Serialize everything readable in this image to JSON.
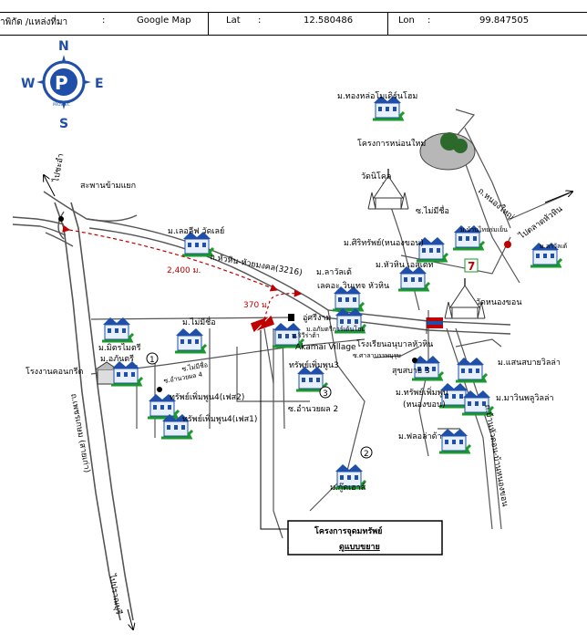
{
  "header": {
    "coord_label": "าพิกัด /แหล่งที่มา",
    "sep1": ":",
    "source": "Google Map",
    "lat_label": "Lat",
    "sep2": ":",
    "lat_value": "12.580486",
    "lon_label": "Lon",
    "sep3": ":",
    "lon_value": "99.847505"
  },
  "compass": {
    "n": "N",
    "s": "S",
    "e": "E",
    "w": "W",
    "logo_text": "PROSPEC"
  },
  "roads": {
    "left_top": "ไปชะอำ",
    "left_bottom": "ไปปราณบุรี",
    "highway_vertical": "ถ.เพชรเกษม (สายเก่า)",
    "route_3216": "ถ.หัวหิน-หัวยมงคล(3216)",
    "soi_4": "ซ.อำนวยผล 4",
    "soi_2": "ซ.อำนวยผล 2",
    "soi_mai_mi_sue": "ซ.ไม่มีชื่อ",
    "soi_nong_yai": "ถ.หนองใหญ่",
    "right_road_upper": "ไปตลาดหัวหิน",
    "right_road_lower": "ถ.บ้านหัวดอน-บ้านหนองขอน",
    "soi_sala": "ซ.ศาลาบรรพบุรุษ"
  },
  "distances": {
    "d1": "2,400 ม.",
    "d2": "370 ม."
  },
  "labels": {
    "overpass": "สะพานข้ามแยก",
    "tong_lor": "ม.ทองหล่อโมเดิร์นโฮม",
    "new_project": "โครงการหน่อนใหม่",
    "wat_nikom": "วัดนิโคล",
    "soi_no_name_right": "ซ.ไม่มีชื่อ",
    "baan_thai": "ม.บ้านไทยร่มเย็น",
    "sirisap": "ม.ศิริทรัพย์(หนองขอน)",
    "hua_hin_estate": "ม.หัวหิน เอสเตท",
    "lawadee_right": "ม.ลาวัลเต้",
    "life_valley": "ม.เลอลีฟ วัดเลย์",
    "lawadee": "ม.ลาวัลเต้",
    "lake_view": "เลคอะ วินเทจ หัวหิน",
    "wat_nong_khon": "วัดหนองขอน",
    "mittraimai": "ม.มิตรไมตรี",
    "mai_mi_sue_house": "ม.ไม่มีชื่อ",
    "athanthri": "ม.อภันตรี",
    "power_plant": "โรงงานคอนกรีต",
    "arurika": "อู่ศรีงาม",
    "rivera": "ม.ริวีร่าต้า",
    "hua_hin_chanthra": "ม.อภัมตรีการ์เด้นโฮม",
    "akamai": "Akamai Village",
    "school": "โรงเรียนอนุบาลหัวหิน",
    "sap_phoemphun3": "ทรัพย์เพิ่มพูน3",
    "sap_phoemphun4_2": "ทรัพย์เพิ่มพูน4(เฟส2)",
    "sap_phoemphun4_1": "ทรัพย์เพิ่มพูน4(เฟส1)",
    "suksabai3": "สุขสบาย 3",
    "saensabai": "ม.แสนสบายวิลล่า",
    "sap_phoemphun_nk": "ม.ทรัพย์เพิ่มพูน",
    "sap_phoemphun_nk2": "(หนองขอน)",
    "marin_pool": "ม.มาวินพลูวิลล่า",
    "fol_villa": "ม.ฟลอล่าด้า",
    "goodhouse": "ม.กู๊ดเฮาส์",
    "marker1": "1",
    "marker2": "2",
    "marker3": "3"
  },
  "subject_box": {
    "title": "โครงการจุดมทรัพย์",
    "subtitle": "ดูแบบขยาย"
  },
  "colors": {
    "red": "#c00000",
    "green": "#1a9a2a",
    "blue": "#1f4fa8"
  }
}
